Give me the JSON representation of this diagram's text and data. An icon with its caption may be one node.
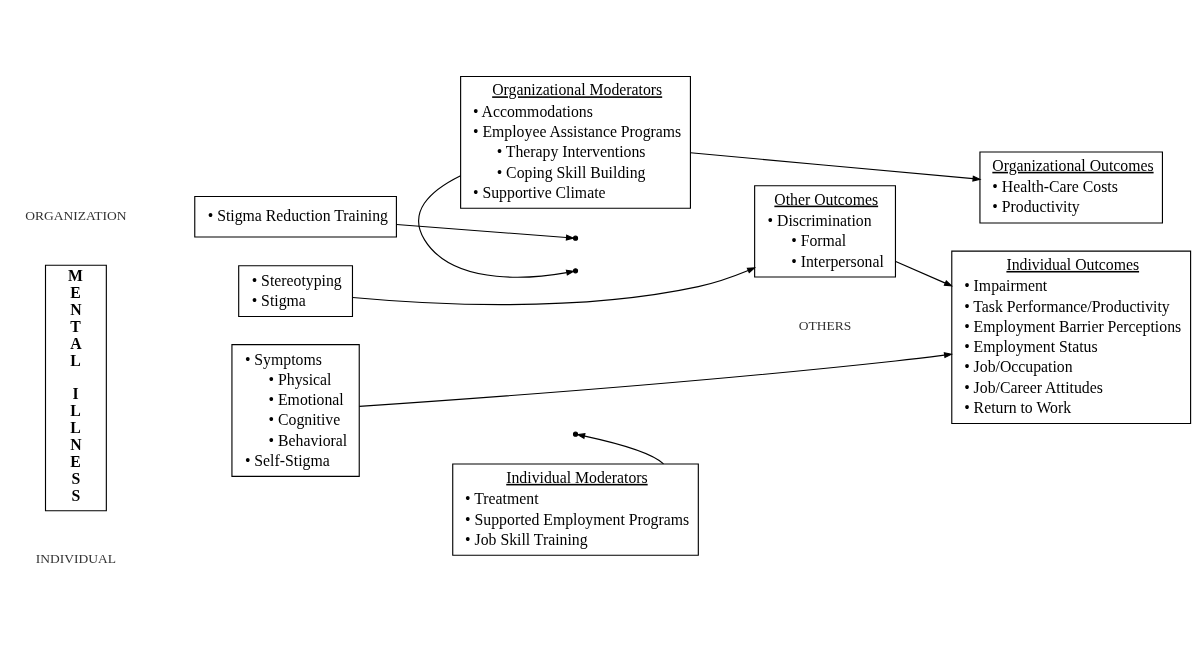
{
  "diagram": {
    "nodes": [
      {
        "text": [
          "• Stigma Reduction Training"
        ]
      },
      {
        "text": [
          "Organizational Moderators",
          "• Accommodations",
          "• Employee Assistance Programs",
          "• Therapy Interventions",
          "• Coping Skill Building",
          "• Supportive Climate"
        ]
      },
      {
        "text": [
          "Organizational Outcomes",
          "• Health-Care Costs",
          "• Productivity"
        ]
      },
      {
        "text": [
          "MENTAL ILLNESS"
        ]
      },
      {
        "text": [
          "• Stereotyping",
          "• Stigma"
        ]
      },
      {
        "text": [
          "Other Outcomes",
          "• Discrimination",
          "• Formal",
          "• Interpersonal"
        ]
      },
      {
        "text": [
          "• Symptoms",
          "• Physical",
          "• Emotional",
          "• Cognitive",
          "• Behavioral",
          "• Self-Stigma"
        ]
      },
      {
        "text": [
          "Individual Moderators",
          "• Treatment",
          "• Supported Employment Programs",
          "• Job Skill Training"
        ]
      },
      {
        "text": [
          "Individual Outcomes",
          "• Impairment",
          "• Task Performance/Productivity",
          "• Employment Barrier Perceptions",
          "• Employment Status",
          "• Job/Occupation",
          "• Job/Career Attitudes",
          "• Return to Work"
        ]
      }
    ],
    "edges": [
      {
        "from": 1,
        "to": 2,
        "arrow": "to"
      },
      {
        "from": 0,
        "to": null,
        "arrow": "to"
      },
      {
        "from": 4,
        "to": 5,
        "arrow": "to"
      },
      {
        "from": 1,
        "to": null,
        "arrow": "to"
      },
      {
        "from": 5,
        "to": 8,
        "arrow": "to"
      },
      {
        "from": 6,
        "to": 8,
        "arrow": "to"
      },
      {
        "from": 7,
        "to": null,
        "arrow": "to"
      }
    ],
    "labels": [
      "ORGANIZATION",
      "OTHERS",
      "INDIVIDUAL"
    ]
  }
}
